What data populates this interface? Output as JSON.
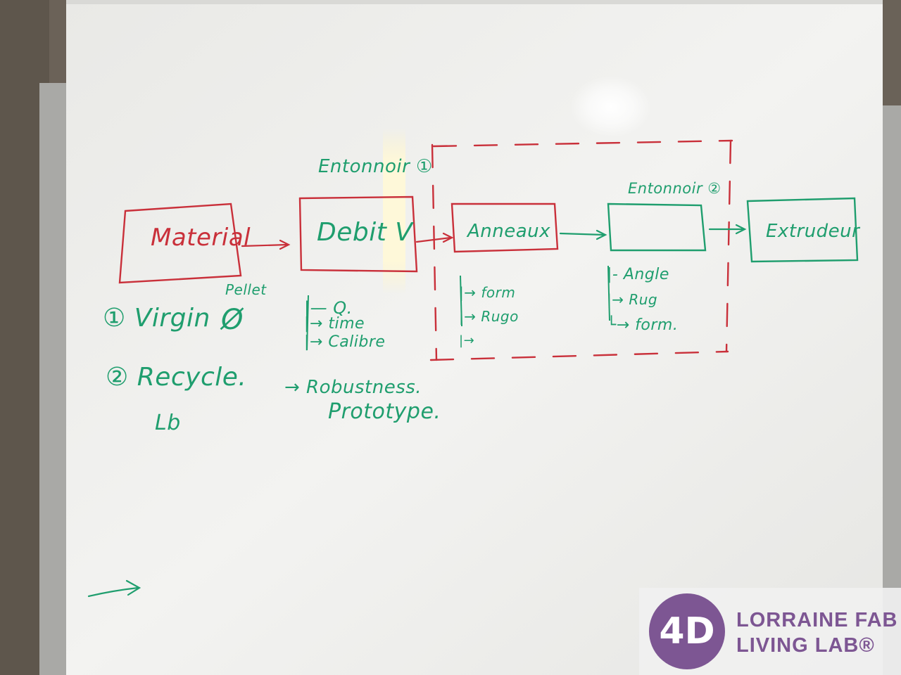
{
  "colors": {
    "board": "#f1f1ef",
    "frame": "#a9a9a6",
    "green_marker": "#1f9e6e",
    "red_marker": "#c9303a",
    "logo_purple": "#7d5693"
  },
  "boxes": {
    "material": "Material",
    "debit": "Debit V",
    "anneaux": "Anneaux",
    "entonnoir2_box": "",
    "extrudeur": "Extrudeur"
  },
  "labels": {
    "entonnoir1": "Entonnoir ①",
    "entonnoir2": "Entonnoir ②"
  },
  "material_notes": {
    "virgin": "① Virgin",
    "pellet": "Pellet",
    "empty_set": "Ø",
    "recycle": "② Recycle.",
    "lb": "Lb"
  },
  "debit_notes": {
    "q": "|— Q.",
    "time": "|→ time",
    "calibre": "|→ Calibre",
    "robustness": "→ Robustness.",
    "prototype": "Prototype."
  },
  "anneaux_notes": {
    "form": "|→ form",
    "rugo": "|→ Rugo",
    "blank": "|→"
  },
  "entonnoir2_notes": {
    "angle": "|- Angle",
    "rug": "|→ Rug",
    "form": "└→ form."
  },
  "logo": {
    "badge": "4D",
    "line1": "LORRAINE FAB",
    "line2": "LIVING LAB®"
  }
}
